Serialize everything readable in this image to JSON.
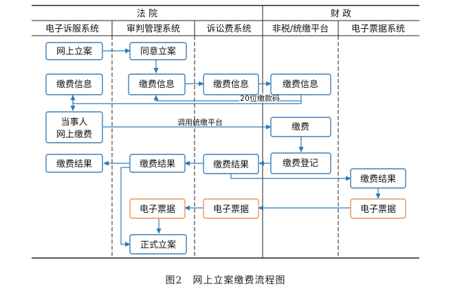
{
  "header": {
    "court": "法 院",
    "finance": "财 政",
    "lanes": [
      "电子诉服系统",
      "审判管理系统",
      "诉讼费系统",
      "非税/统缴平台",
      "电子票据系统"
    ]
  },
  "boxes": {
    "online_filing": "网上立案",
    "agree_filing": "同意立案",
    "pay_info_portal": "缴费信息",
    "pay_info_trial": "缴费信息",
    "pay_info_fee": "缴费信息",
    "pay_info_platform": "缴费信息",
    "party_pay_line1": "当事人",
    "party_pay_line2": "网上缴费",
    "pay": "缴费",
    "pay_register": "缴费登记",
    "result_portal": "缴费结果",
    "result_trial": "缴费结果",
    "result_fee": "缴费结果",
    "result_einvoice": "缴费结果",
    "einvoice_trial": "电子票据",
    "einvoice_fee": "电子票据",
    "einvoice_system": "电子票据",
    "formal_filing": "正式立案"
  },
  "edge_labels": {
    "code20": "20位缴款码",
    "call_platform": "调用统缴平台"
  },
  "caption": "图2　网上立案缴费流程图",
  "colors": {
    "box_border": "#3d7fb5",
    "invoice_border": "#e8935a",
    "arrow": "#2d7bb6",
    "line": "#222222"
  }
}
